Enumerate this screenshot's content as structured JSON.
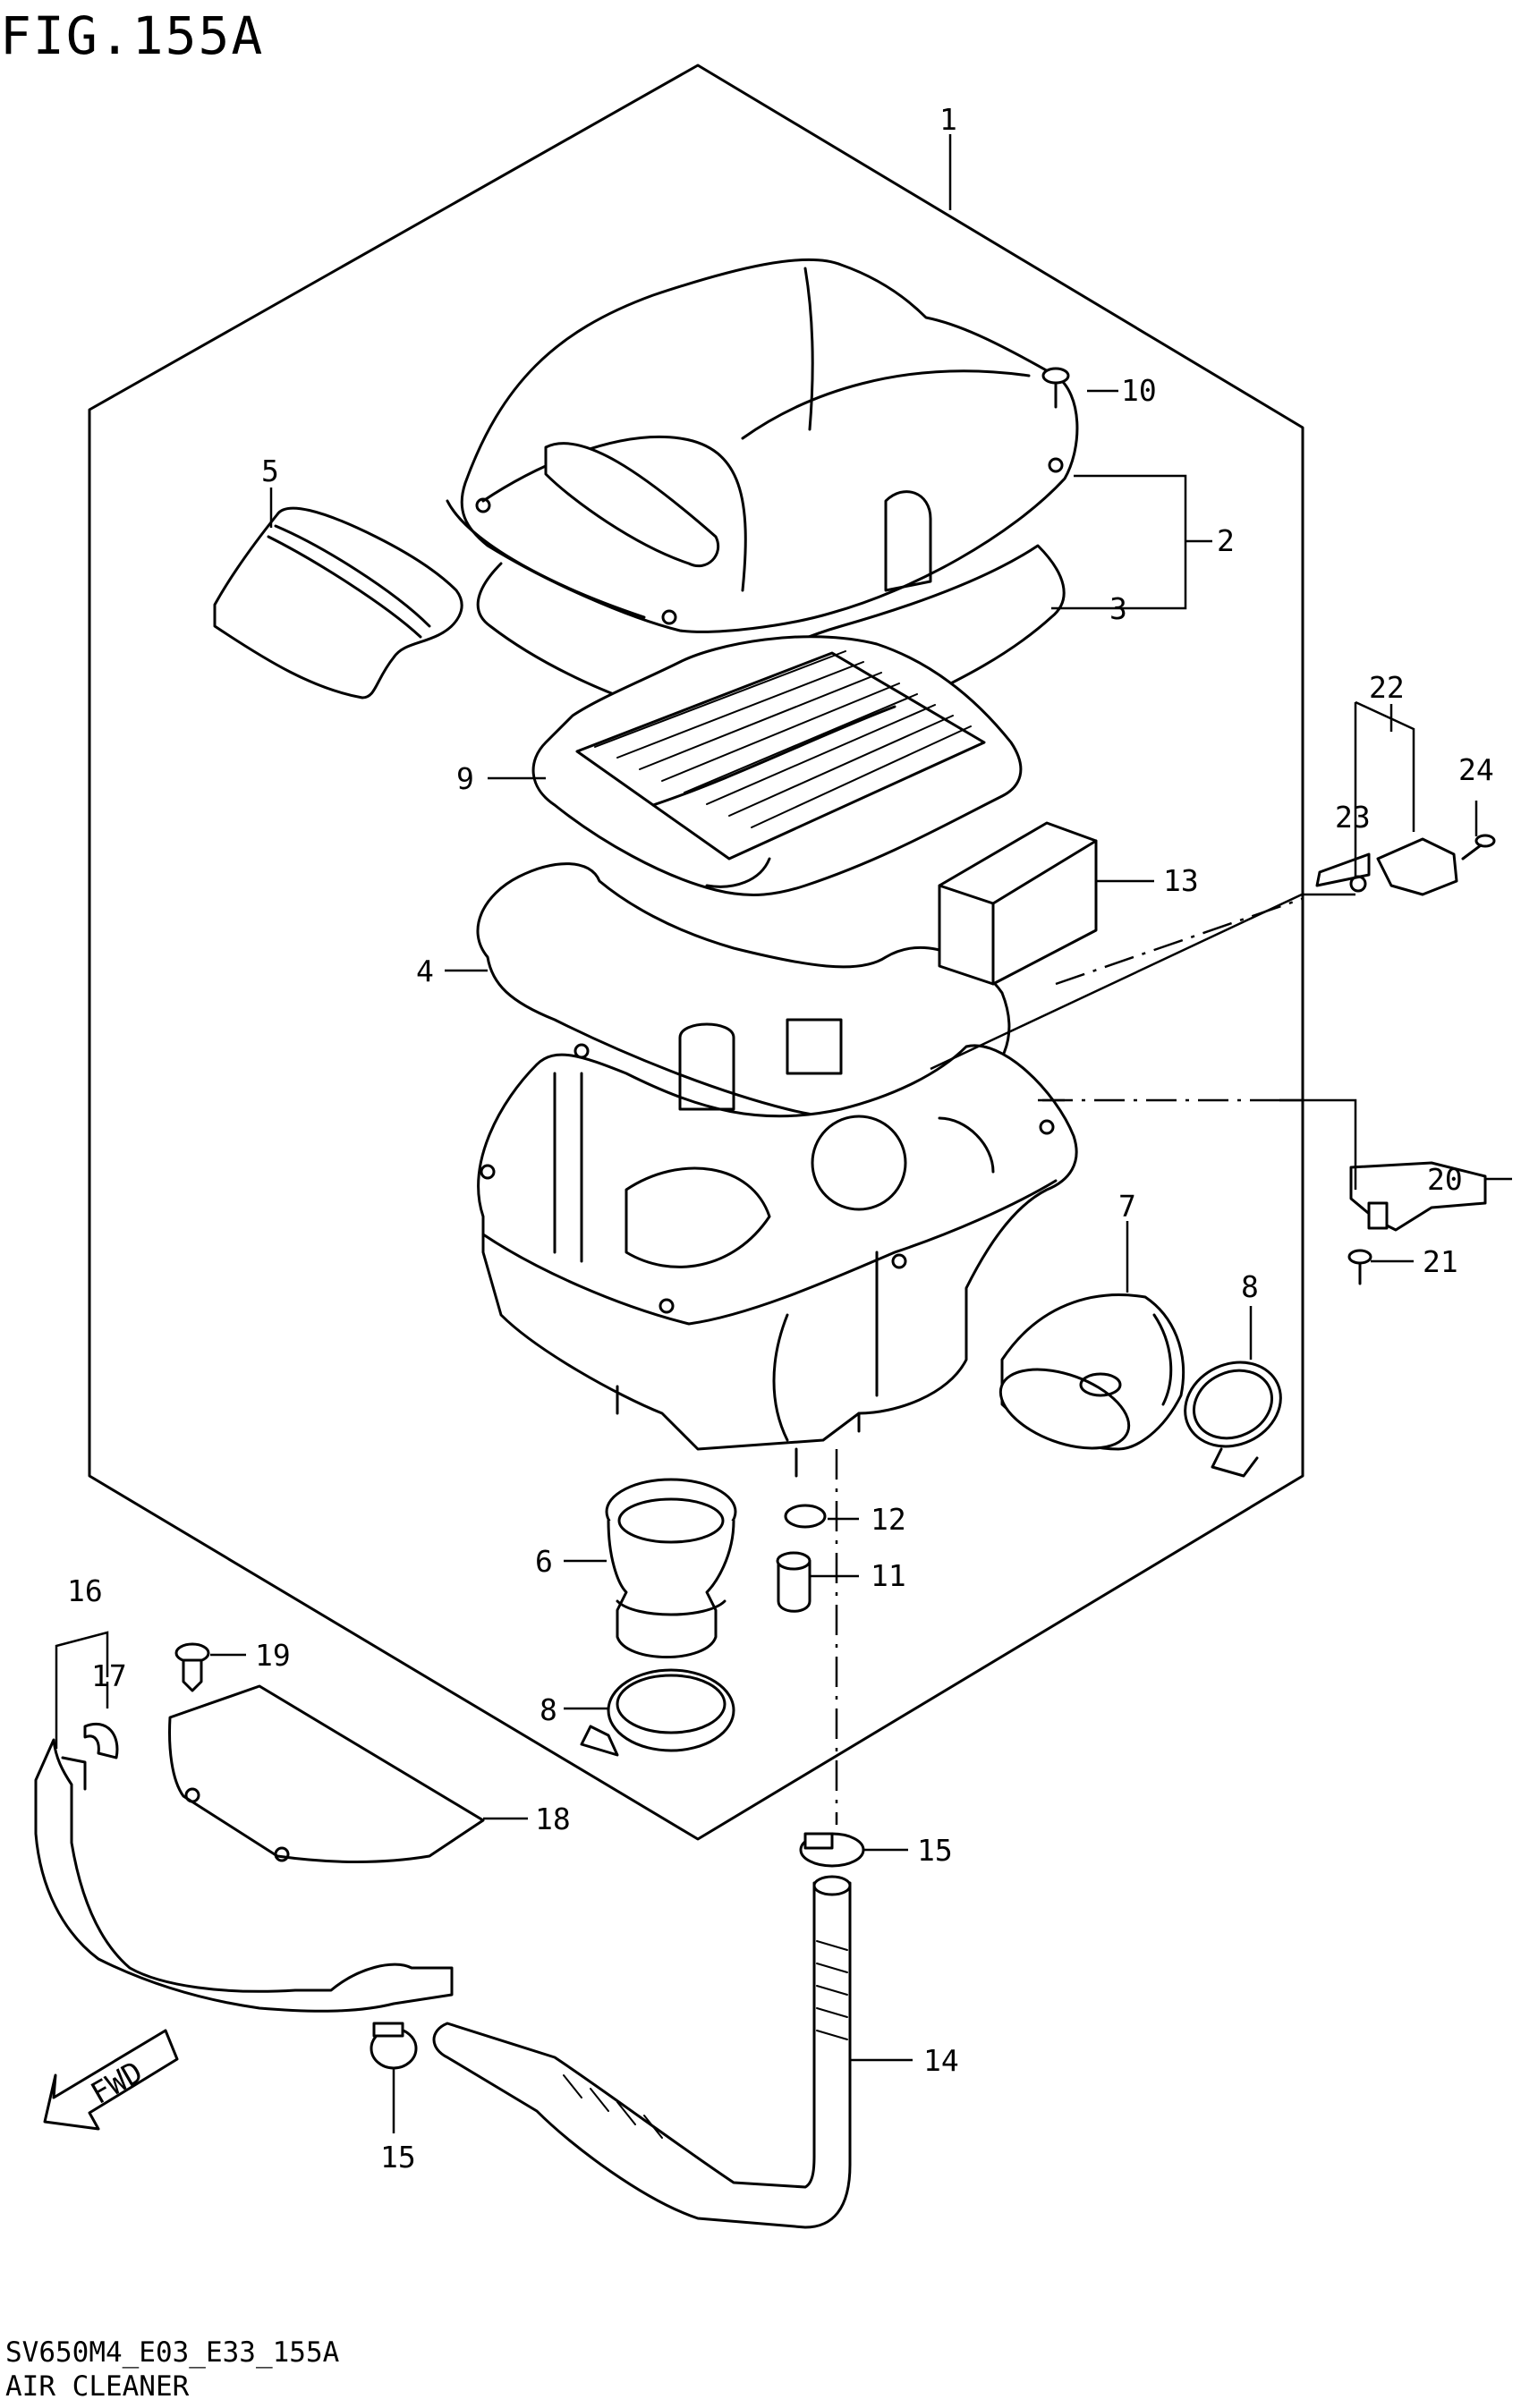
{
  "figure": {
    "title": "FIG.155A",
    "code": "SV650M4_E03_E33_155A",
    "name": "AIR CLEANER",
    "direction_label": "FWD"
  },
  "callouts": [
    {
      "id": "c1",
      "text": "1"
    },
    {
      "id": "c2",
      "text": "2"
    },
    {
      "id": "c3",
      "text": "3"
    },
    {
      "id": "c4",
      "text": "4"
    },
    {
      "id": "c5",
      "text": "5"
    },
    {
      "id": "c6",
      "text": "6"
    },
    {
      "id": "c7",
      "text": "7"
    },
    {
      "id": "c8a",
      "text": "8"
    },
    {
      "id": "c8b",
      "text": "8"
    },
    {
      "id": "c9",
      "text": "9"
    },
    {
      "id": "c10",
      "text": "10"
    },
    {
      "id": "c11",
      "text": "11"
    },
    {
      "id": "c12",
      "text": "12"
    },
    {
      "id": "c13",
      "text": "13"
    },
    {
      "id": "c14",
      "text": "14"
    },
    {
      "id": "c15a",
      "text": "15"
    },
    {
      "id": "c15b",
      "text": "15"
    },
    {
      "id": "c16",
      "text": "16"
    },
    {
      "id": "c17",
      "text": "17"
    },
    {
      "id": "c18",
      "text": "18"
    },
    {
      "id": "c19",
      "text": "19"
    },
    {
      "id": "c20",
      "text": "20"
    },
    {
      "id": "c21",
      "text": "21"
    },
    {
      "id": "c22",
      "text": "22"
    },
    {
      "id": "c23",
      "text": "23"
    },
    {
      "id": "c24",
      "text": "24"
    }
  ]
}
